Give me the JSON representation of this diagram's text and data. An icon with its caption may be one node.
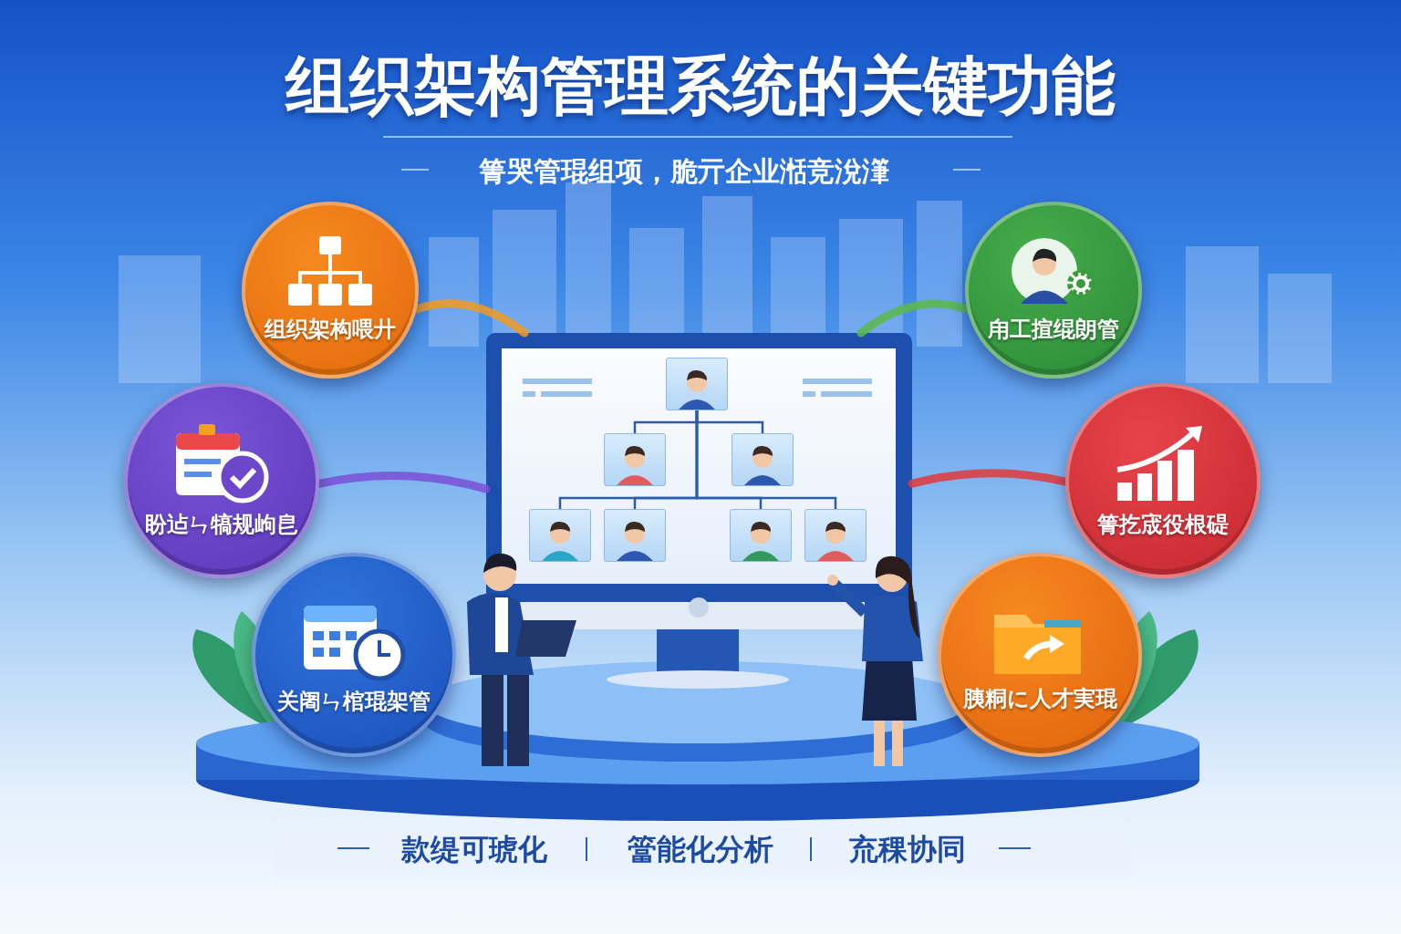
{
  "diagram": {
    "title": "组织架构管理系统的关键功能",
    "nodes": [
      {
        "text": [
          "组织架构喂廾"
        ]
      },
      {
        "text": [
          "甪工揎绲朗管"
        ]
      },
      {
        "text": [
          "盼迠ㄣ犒规岣皀"
        ]
      },
      {
        "text": [
          "箐扢宬役根碮"
        ]
      },
      {
        "text": [
          "关阇ㄣ棺琨架管"
        ]
      },
      {
        "text": [
          "胰粡に人才実琨"
        ]
      },
      {
        "text": [],
        "shape": "picture"
      },
      {
        "text": [],
        "shape": "picture",
        "in": 6
      },
      {
        "text": [],
        "shape": "picture",
        "in": 6
      },
      {
        "text": [],
        "shape": "picture",
        "in": 6
      },
      {
        "text": [],
        "shape": "picture",
        "in": 6
      },
      {
        "text": [],
        "shape": "picture",
        "in": 6
      },
      {
        "text": [],
        "shape": "picture",
        "in": 6
      },
      {
        "text": [],
        "shape": "picture",
        "in": 6
      }
    ],
    "edges": [
      {
        "from": 0,
        "to": 6,
        "arrow": "none",
        "style": "thick",
        "color": "#f39a1e"
      },
      {
        "from": 1,
        "to": 6,
        "arrow": "none",
        "style": "thick",
        "color": "#5cb848"
      },
      {
        "from": 2,
        "to": 6,
        "arrow": "none",
        "style": "thick",
        "color": "#7a4fd6"
      },
      {
        "from": 3,
        "to": 6,
        "arrow": "none",
        "style": "thick",
        "color": "#e2383a"
      },
      {
        "from": 7,
        "to": 8,
        "arrow": "none"
      },
      {
        "from": 7,
        "to": 9,
        "arrow": "none"
      },
      {
        "from": 7,
        "to": 10,
        "arrow": "none"
      },
      {
        "from": 7,
        "to": 11,
        "arrow": "none"
      },
      {
        "from": 7,
        "to": 12,
        "arrow": "none"
      },
      {
        "from": 7,
        "to": 13,
        "arrow": "none"
      }
    ],
    "labels": [
      "箐哭管琨组项，脆亓企业湉竞涗潷",
      "款缇可琥化",
      "簹能化分析",
      "㐬稞协同"
    ]
  }
}
